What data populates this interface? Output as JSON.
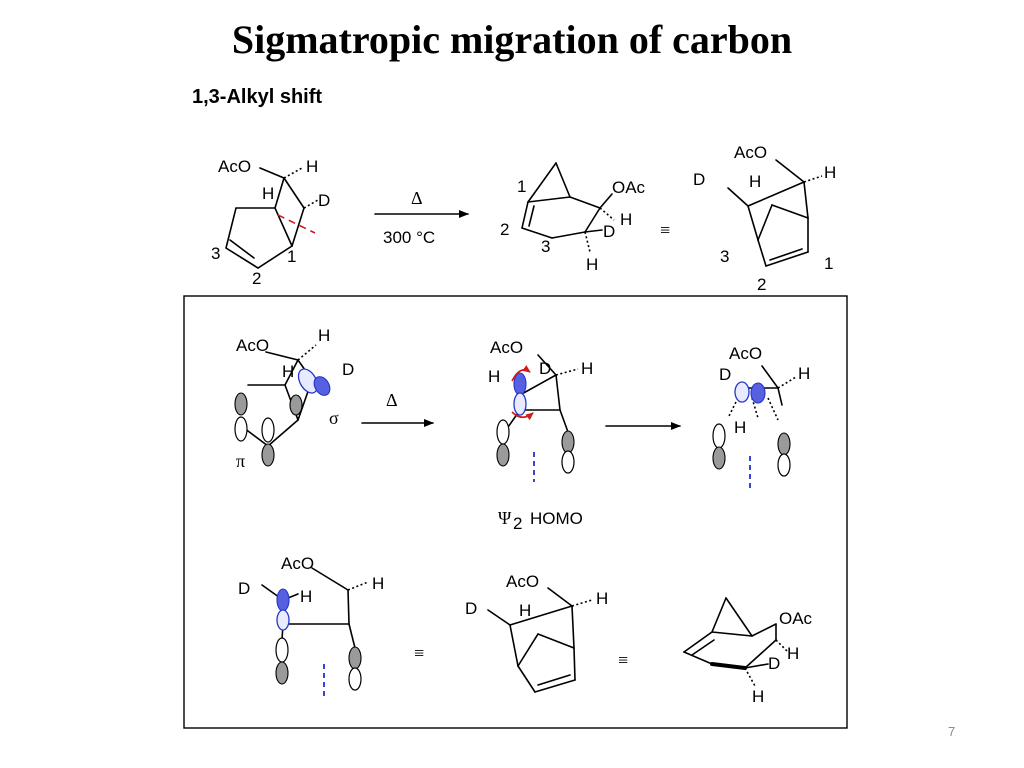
{
  "title": "Sigmatropic migration of carbon",
  "subtitle": "1,3-Alkyl shift",
  "page_number": "7",
  "colors": {
    "orbital_accent": "#2436c8",
    "arrow_red": "#d11a1a",
    "lobe_gray": "#9a9a9a"
  },
  "top_scheme": {
    "reactant": {
      "oac": "AcO",
      "h_top": "H",
      "h_mid": "H",
      "d": "D",
      "num3": "3",
      "num2": "2",
      "num1": "1"
    },
    "reaction": {
      "heat": "Δ",
      "conditions": "300 °C"
    },
    "product": {
      "num1": "1",
      "oac": "OAc",
      "num2": "2",
      "num3": "3",
      "h_a": "H",
      "d": "D",
      "h_b": "H"
    },
    "equivalent": "≡",
    "product_alt": {
      "oac": "AcO",
      "d": "D",
      "h_mid": "H",
      "h_right": "H",
      "num3": "3",
      "num1": "1",
      "num2": "2"
    }
  },
  "box": {
    "s1": {
      "oac": "AcO",
      "h_top": "H",
      "h_mid": "H",
      "d": "D",
      "sigma": "σ",
      "pi": "π"
    },
    "arrow1_label": "Δ",
    "s2": {
      "oac": "AcO",
      "d": "D",
      "h_left": "H",
      "h_right": "H"
    },
    "homo_psi": "Ψ",
    "homo_sub": "2",
    "homo_text": "HOMO",
    "s3": {
      "oac": "AcO",
      "d": "D",
      "h_right": "H",
      "h_bottom": "H"
    },
    "s4": {
      "oac": "AcO",
      "d": "D",
      "h_mid": "H",
      "h_right": "H"
    },
    "equiv1": "≡",
    "s5": {
      "oac": "AcO",
      "d": "D",
      "h_mid": "H",
      "h_right": "H"
    },
    "equiv2": "≡",
    "s6": {
      "oac": "OAc",
      "h_a": "H",
      "d": "D",
      "h_b": "H"
    }
  }
}
